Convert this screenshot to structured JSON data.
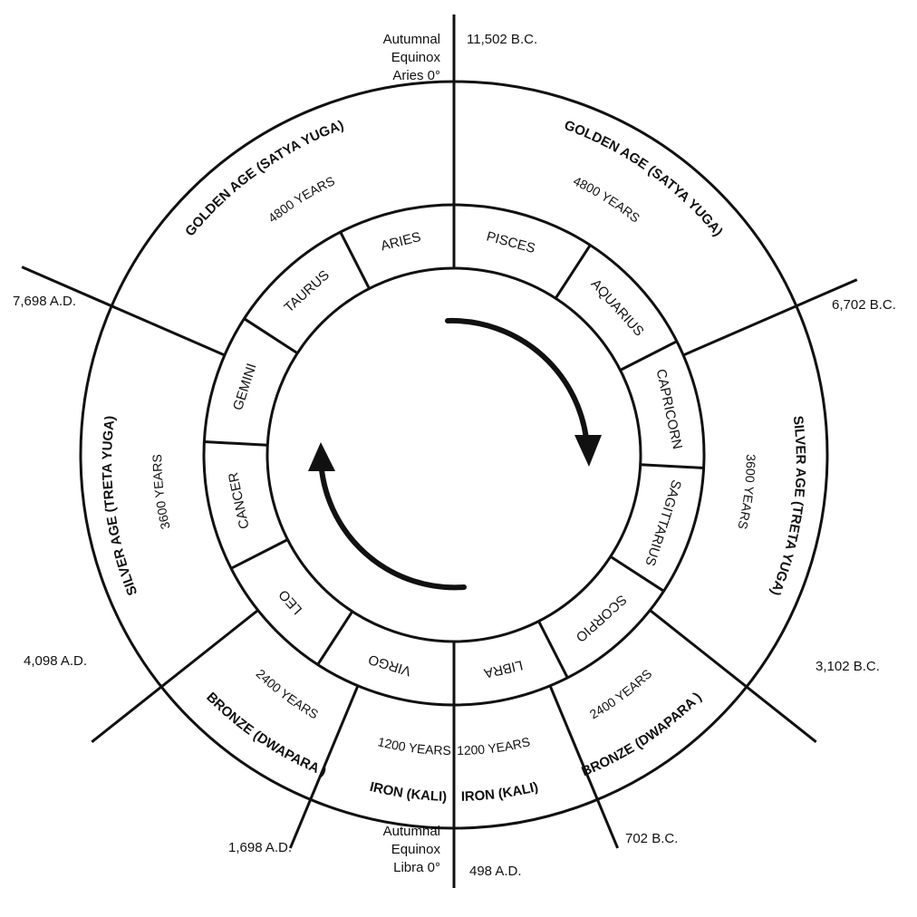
{
  "colors": {
    "ink": "#111111",
    "background": "#ffffff"
  },
  "equinoxes": {
    "top": {
      "lines": [
        "Autumnal",
        "Equinox",
        "Aries 0°"
      ],
      "date": "11,502 B.C."
    },
    "bottom": {
      "lines": [
        "Autumnal",
        "Equinox",
        "Libra 0°"
      ],
      "date": "498 A.D."
    }
  },
  "dates": {
    "upper_left": "7,698 A.D.",
    "upper_right": "6,702 B.C.",
    "middle_left": "4,098 A.D.",
    "middle_right": "3,102 B.C.",
    "lower_left": "1,698 A.D.",
    "lower_right": "702 B.C."
  },
  "zodiac": [
    "ARIES",
    "TAURUS",
    "GEMINI",
    "CANCER",
    "LEO",
    "VIRGO",
    "LIBRA",
    "SCORPIO",
    "SAGITTARIUS",
    "CAPRICORN",
    "AQUARIUS",
    "PISCES"
  ],
  "ages": {
    "golden_left": {
      "name": "GOLDEN AGE (SATYA YUGA)",
      "years": "4800 YEARS"
    },
    "golden_right": {
      "name": "GOLDEN AGE (SATYA YUGA)",
      "years": "4800 YEARS"
    },
    "silver_left": {
      "name": "SILVER AGE (TRETA YUGA)",
      "years": "3600 YEARS"
    },
    "silver_right": {
      "name": "SILVER AGE (TRETA YUGA)",
      "years": "3600 YEARS"
    },
    "bronze_left": {
      "name": "BRONZE  (DWAPARA )",
      "years": "2400 YEARS"
    },
    "bronze_right": {
      "name": "BRONZE  (DWAPARA )",
      "years": "2400 YEARS"
    },
    "iron_left": {
      "name": "IRON (KALI)",
      "years": "1200 YEARS"
    },
    "iron_right": {
      "name": "IRON (KALI)",
      "years": "1200 YEARS"
    }
  }
}
